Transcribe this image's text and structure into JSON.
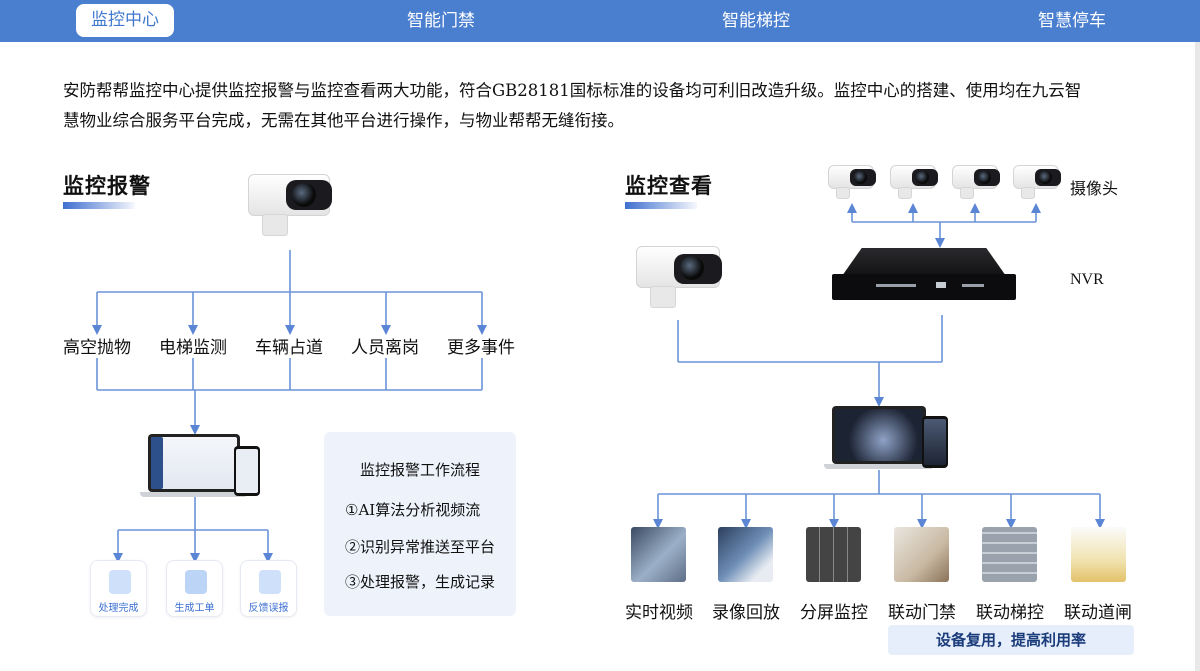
{
  "nav": {
    "tabs": [
      {
        "label": "监控中心",
        "active": true
      },
      {
        "label": "智能门禁",
        "active": false
      },
      {
        "label": "智能梯控",
        "active": false
      },
      {
        "label": "智慧停车",
        "active": false
      }
    ]
  },
  "intro": {
    "line1": "安防帮帮监控中心提供监控报警与监控查看两大功能，符合GB28181国标标准的设备均可利旧改造升级。监控中心的搭建、使用均在九云智",
    "line2": "慧物业综合服务平台完成，无需在其他平台进行操作，与物业帮帮无缝衔接。"
  },
  "alarm": {
    "title": "监控报警",
    "events": [
      "高空抛物",
      "电梯监测",
      "车辆占道",
      "人员离岗",
      "更多事件"
    ],
    "actions": [
      {
        "label": "处理完成",
        "icon": "check-document-icon"
      },
      {
        "label": "生成工单",
        "icon": "work-order-icon"
      },
      {
        "label": "反馈误报",
        "icon": "feedback-icon"
      }
    ],
    "workflow": {
      "title": "监控报警工作流程",
      "steps": [
        "①AI算法分析视频流",
        "②识别异常推送至平台",
        "③处理报警，生成记录"
      ]
    }
  },
  "view": {
    "title": "监控查看",
    "camera_label": "摄像头",
    "nvr_label": "NVR",
    "features": [
      "实时视频",
      "录像回放",
      "分屏监控",
      "联动门禁",
      "联动梯控",
      "联动道闸"
    ],
    "reuse_note": "设备复用，提高利用率"
  },
  "colors": {
    "nav_bg": "#4a7fd0",
    "accent": "#3f78cf",
    "line": "#5b86d6"
  }
}
